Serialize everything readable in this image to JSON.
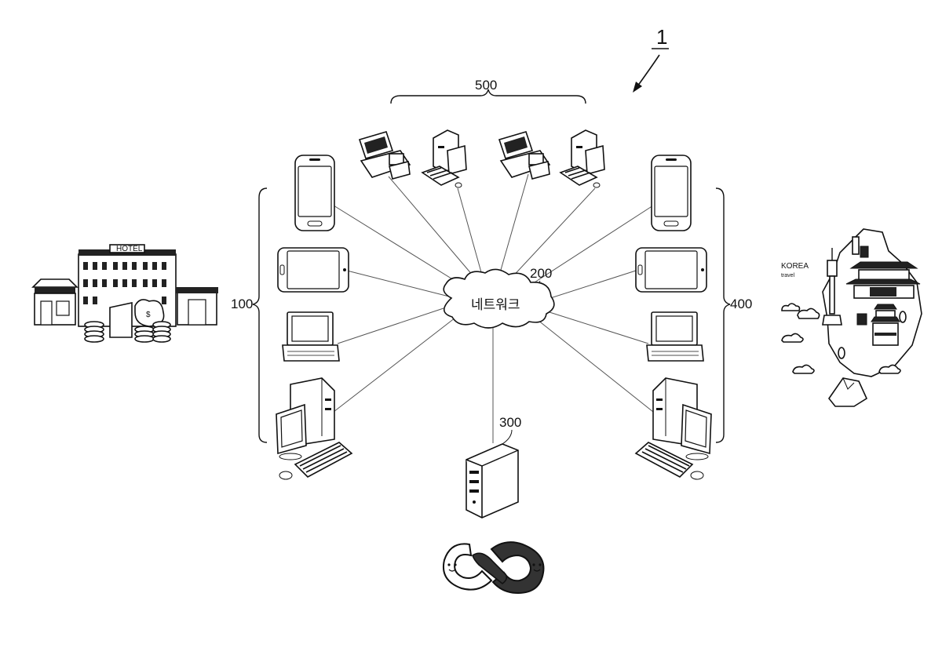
{
  "figure": {
    "ref_main": "1",
    "ref_user_terminals": "100",
    "ref_network": "200",
    "ref_server": "300",
    "ref_partner_terminals": "400",
    "ref_merchant_terminals": "500",
    "network_label": "네트워크",
    "hotel_sign": "HOTEL",
    "korea_title": "KOREA",
    "korea_subtitle": "travel",
    "currency_symbol": "$"
  }
}
